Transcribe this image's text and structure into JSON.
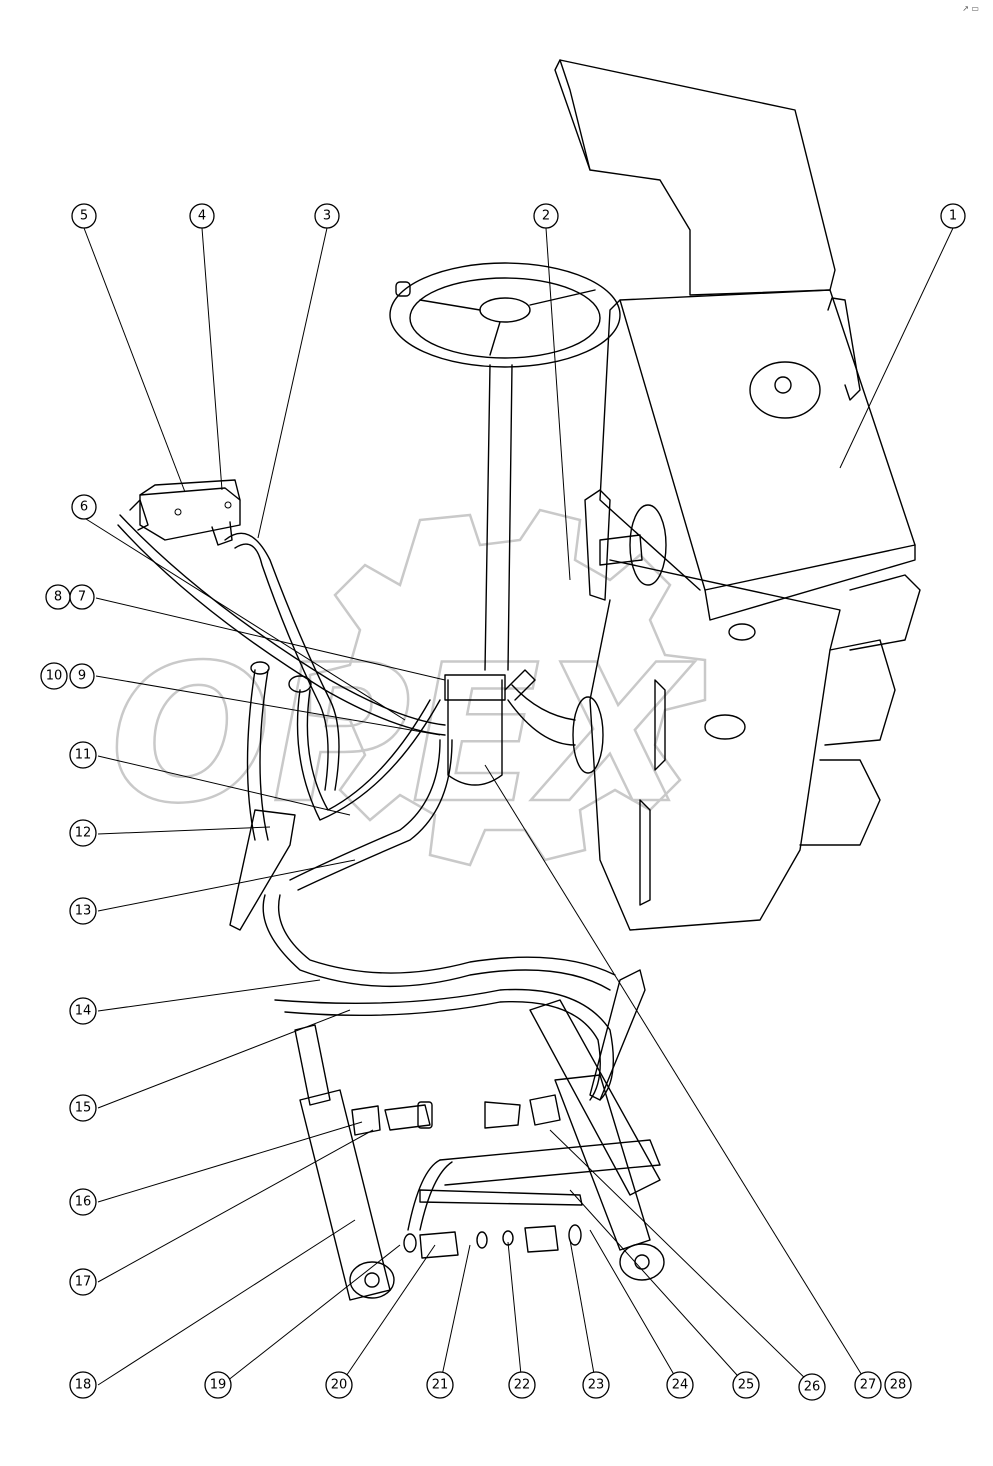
{
  "diagram": {
    "corner_mark": "↗ ▭",
    "watermark_text": "OPEX",
    "callouts": [
      {
        "id": "c1",
        "label": "1"
      },
      {
        "id": "c2",
        "label": "2"
      },
      {
        "id": "c3",
        "label": "3"
      },
      {
        "id": "c4",
        "label": "4"
      },
      {
        "id": "c5",
        "label": "5"
      },
      {
        "id": "c6",
        "label": "6"
      },
      {
        "id": "c7",
        "label": "7"
      },
      {
        "id": "c8",
        "label": "8"
      },
      {
        "id": "c9",
        "label": "9"
      },
      {
        "id": "c10",
        "label": "10"
      },
      {
        "id": "c11",
        "label": "11"
      },
      {
        "id": "c12",
        "label": "12"
      },
      {
        "id": "c13",
        "label": "13"
      },
      {
        "id": "c14",
        "label": "14"
      },
      {
        "id": "c15",
        "label": "15"
      },
      {
        "id": "c16",
        "label": "16"
      },
      {
        "id": "c17",
        "label": "17"
      },
      {
        "id": "c18",
        "label": "18"
      },
      {
        "id": "c19",
        "label": "19"
      },
      {
        "id": "c20",
        "label": "20"
      },
      {
        "id": "c21",
        "label": "21"
      },
      {
        "id": "c22",
        "label": "22"
      },
      {
        "id": "c23",
        "label": "23"
      },
      {
        "id": "c24",
        "label": "24"
      },
      {
        "id": "c25",
        "label": "25"
      },
      {
        "id": "c26",
        "label": "26"
      },
      {
        "id": "c27",
        "label": "27"
      },
      {
        "id": "c28",
        "label": "28"
      }
    ]
  }
}
